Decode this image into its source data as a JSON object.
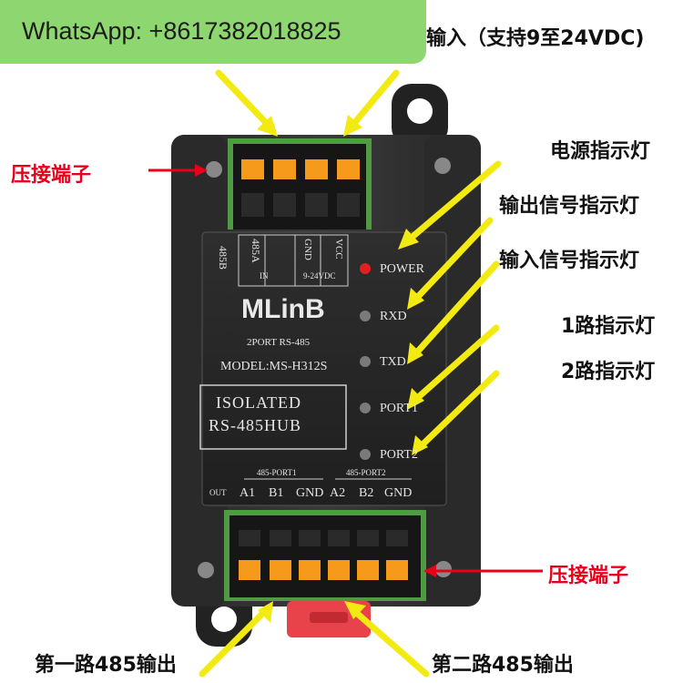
{
  "banner": {
    "text": "WhatsApp: +8617382018825"
  },
  "callouts": {
    "power_input": "输入（支持9至24VDC)",
    "terminal_top": "压接端子",
    "terminal_bottom": "压接端子",
    "power_led": "电源指示灯",
    "output_led": "输出信号指示灯",
    "input_led": "输入信号指示灯",
    "port1_led": "1路指示灯",
    "port2_led": "2路指示灯",
    "out1": "第一路485输出",
    "out2": "第二路485输出"
  },
  "device": {
    "brand": "MLinB",
    "subtitle": "2PORT RS-485",
    "model": "MODEL:MS-H312S",
    "isolated_line1": "ISOLATED",
    "isolated_line2": "RS-485HUB",
    "top_pins": [
      "485B",
      "485A",
      "GND",
      "VCC"
    ],
    "in_label": "IN",
    "voltage": "9-24VDC",
    "leds": [
      "POWER",
      "RXD",
      "TXD",
      "PORT1",
      "PORT2"
    ],
    "out_label": "OUT",
    "port1_label": "485-PORT1",
    "port2_label": "485-PORT2",
    "bottom_pins": [
      "A1",
      "B1",
      "GND",
      "A2",
      "B2",
      "GND"
    ]
  },
  "colors": {
    "banner": "#8ed66f",
    "arrow_yellow": "#f2ea10",
    "arrow_red": "#e8001a",
    "terminal_orange": "#f59a1a",
    "power_led": "#e02020"
  }
}
